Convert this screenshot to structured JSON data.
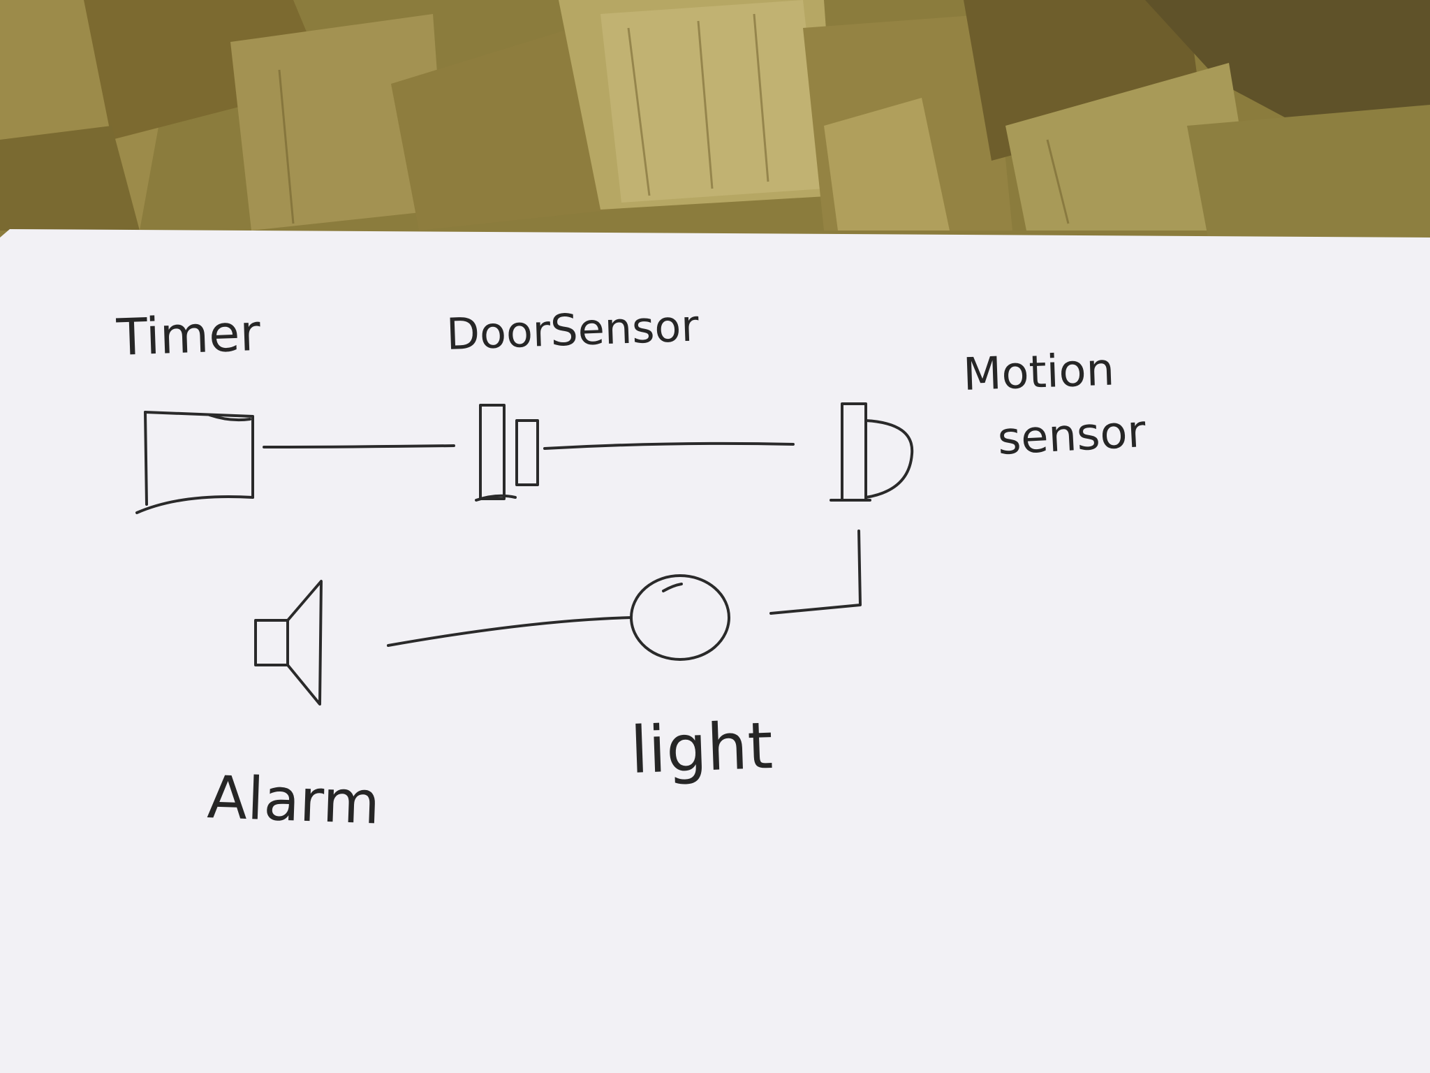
{
  "diagram": {
    "nodes": [
      {
        "id": "timer",
        "label": "Timer",
        "icon": "timer-box-icon"
      },
      {
        "id": "door",
        "label": "DoorSensor",
        "icon": "door-sensor-icon"
      },
      {
        "id": "motion",
        "label_line1": "Motion",
        "label_line2": "sensor",
        "icon": "motion-sensor-icon"
      },
      {
        "id": "light",
        "label": "light",
        "icon": "light-bulb-icon"
      },
      {
        "id": "alarm",
        "label": "Alarm",
        "icon": "speaker-icon"
      }
    ],
    "edges": [
      {
        "from": "timer",
        "to": "door"
      },
      {
        "from": "door",
        "to": "motion"
      },
      {
        "from": "motion",
        "to": "light"
      },
      {
        "from": "light",
        "to": "alarm"
      }
    ]
  }
}
